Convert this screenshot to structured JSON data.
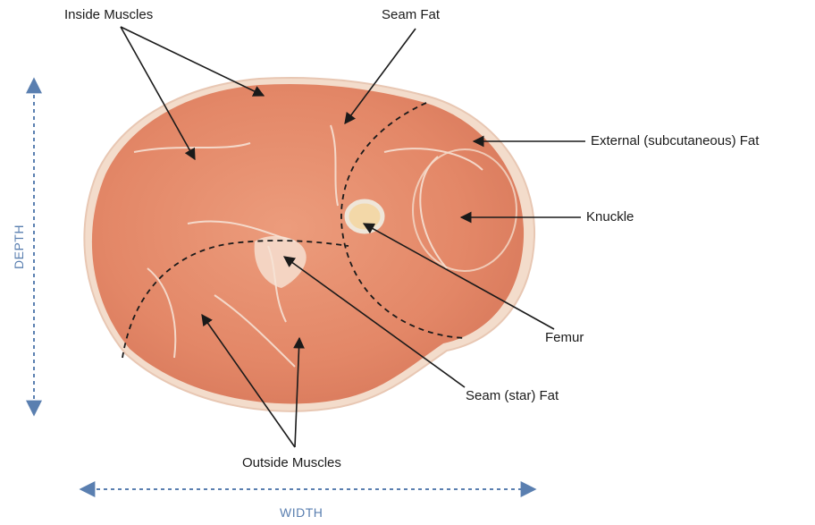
{
  "labels": {
    "inside_muscles": "Inside Muscles",
    "seam_fat": "Seam Fat",
    "external_fat": "External (subcutaneous) Fat",
    "knuckle": "Knuckle",
    "femur": "Femur",
    "seam_star_fat": "Seam (star) Fat",
    "outside_muscles": "Outside Muscles"
  },
  "axes": {
    "depth": "DEPTH",
    "width": "WIDTH"
  },
  "colors": {
    "meat": "#e58c6c",
    "meat_dark": "#d9765a",
    "fat": "#f6e2d2",
    "bone": "#f3d8a8",
    "axis": "#5a7fb0",
    "arrow": "#1a1a1a"
  }
}
